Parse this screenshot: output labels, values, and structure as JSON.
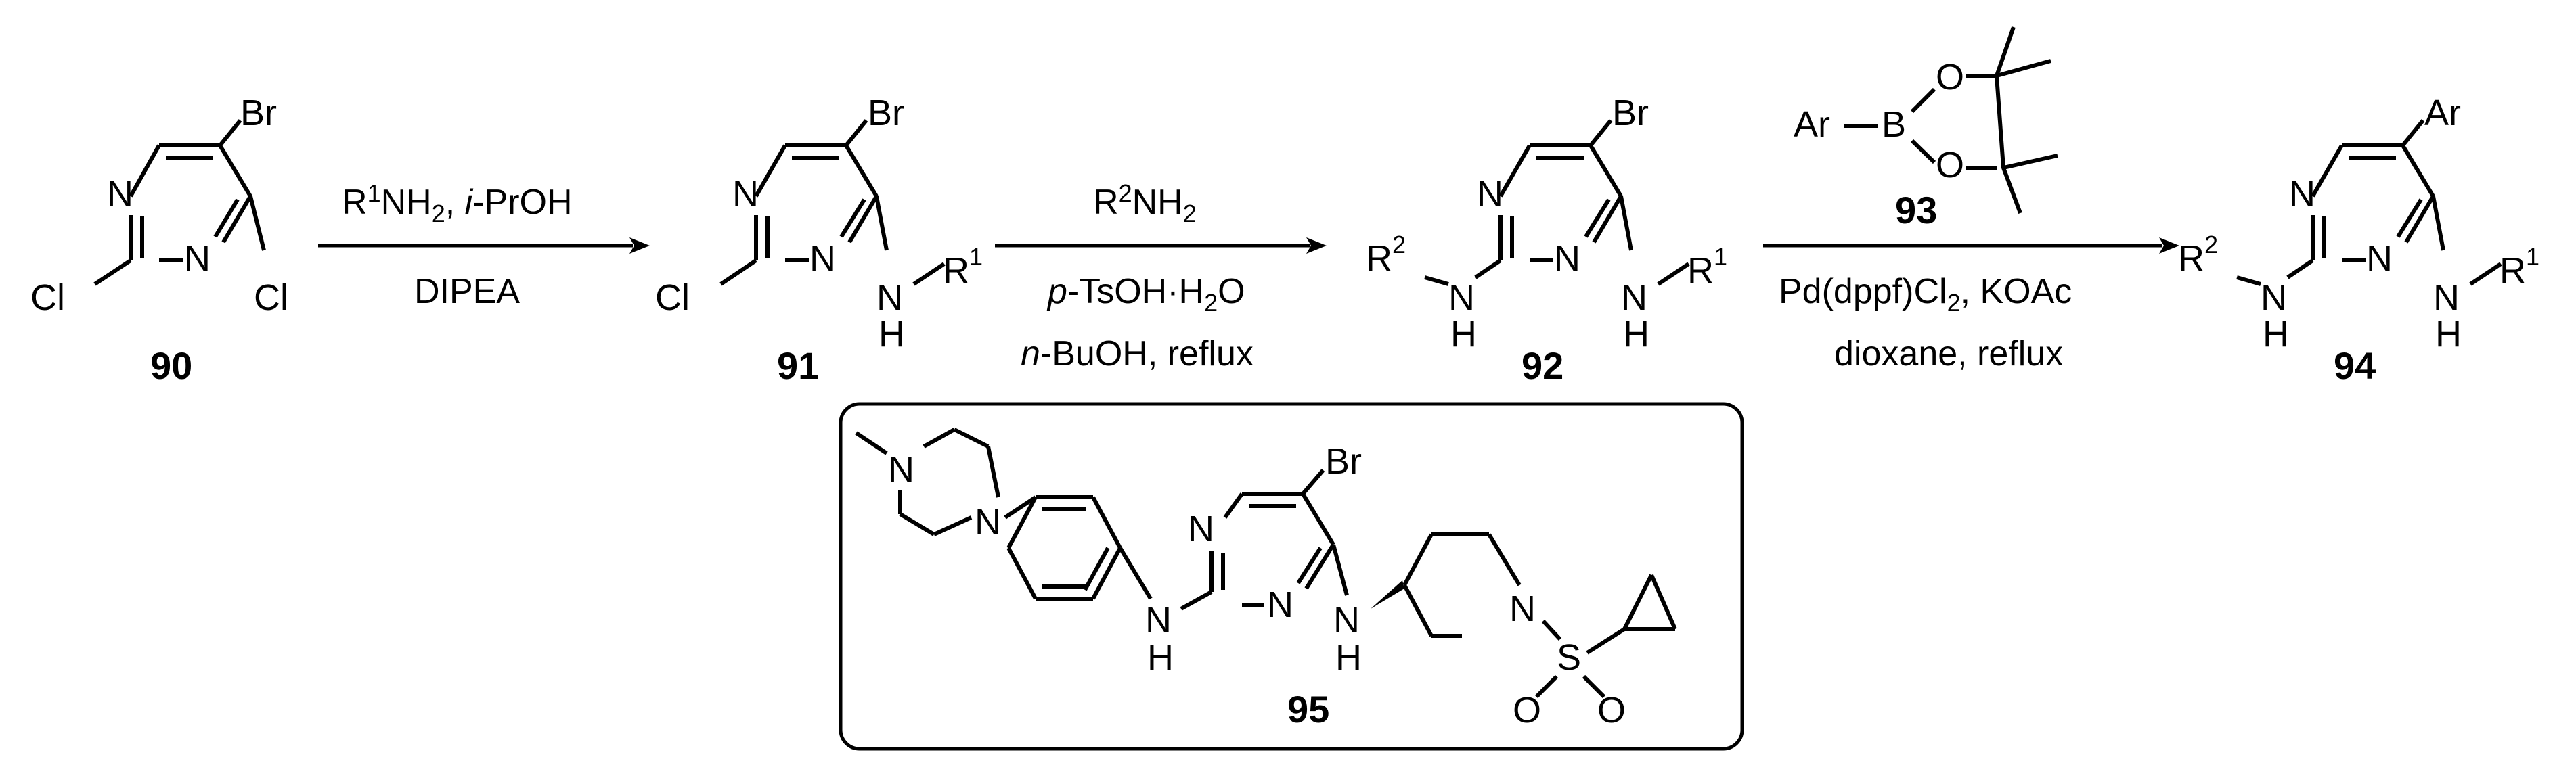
{
  "compounds": {
    "c90": "90",
    "c91": "91",
    "c92": "92",
    "c93": "93",
    "c94": "94",
    "c95": "95"
  },
  "atoms": {
    "Br": "Br",
    "Cl": "Cl",
    "N": "N",
    "H": "H",
    "R": "R",
    "one": "1",
    "two": "2",
    "Ar": "Ar",
    "B": "B",
    "O": "O",
    "S": "S"
  },
  "step1": {
    "top_R": "R",
    "top_sup": "1",
    "top_NH": "NH",
    "top_sub": "2",
    "top_rest": ", ",
    "top_ipr_i": "i",
    "top_ipr_rest": "-PrOH",
    "bottom": "DIPEA"
  },
  "step2": {
    "top_R": "R",
    "top_sup": "2",
    "top_NH": "NH",
    "top_sub": "2",
    "mid_p": "p",
    "mid_rest": "-TsOH·H",
    "mid_sub": "2",
    "mid_O": "O",
    "bot_n": "n",
    "bot_rest": "-BuOH, reflux"
  },
  "step3": {
    "line1_a": "Pd(dppf)Cl",
    "line1_sub": "2",
    "line1_b": ", KOAc",
    "line2": "dioxane, reflux"
  }
}
